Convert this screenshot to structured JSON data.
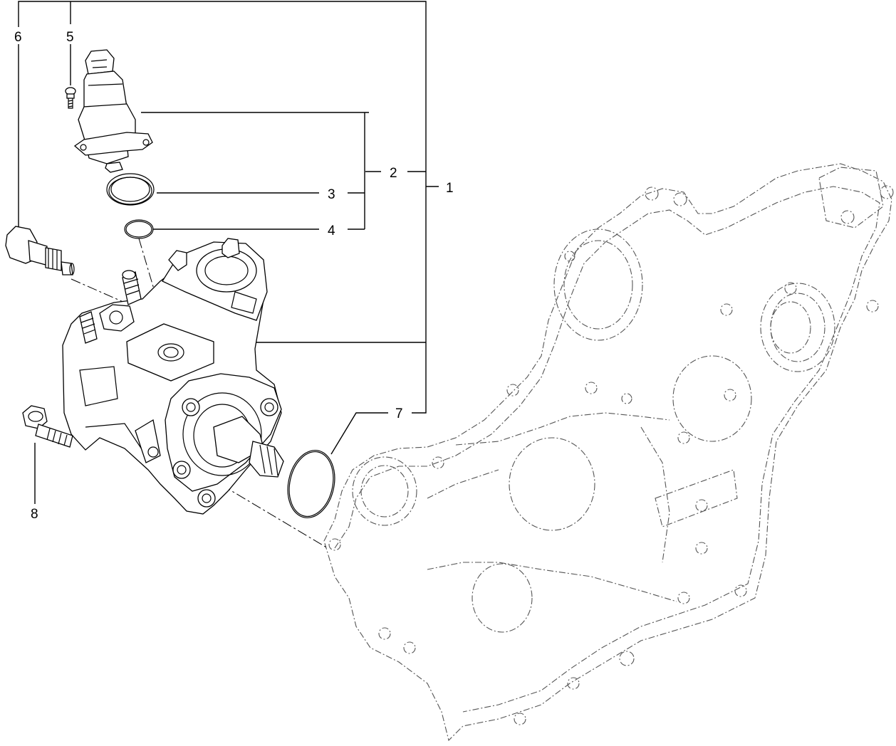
{
  "callouts": [
    {
      "id": "1",
      "text": "1"
    },
    {
      "id": "2",
      "text": "2"
    },
    {
      "id": "3",
      "text": "3"
    },
    {
      "id": "4",
      "text": "4"
    },
    {
      "id": "5",
      "text": "5"
    },
    {
      "id": "6",
      "text": "6"
    },
    {
      "id": "7",
      "text": "7"
    },
    {
      "id": "8",
      "text": "8"
    }
  ],
  "icons": {
    "pump": "high-pressure-fuel-pump-drawing",
    "valve": "metering-valve-drawing",
    "sensor": "temperature-sensor-drawing",
    "cover": "timing-cover-ghost-drawing"
  }
}
